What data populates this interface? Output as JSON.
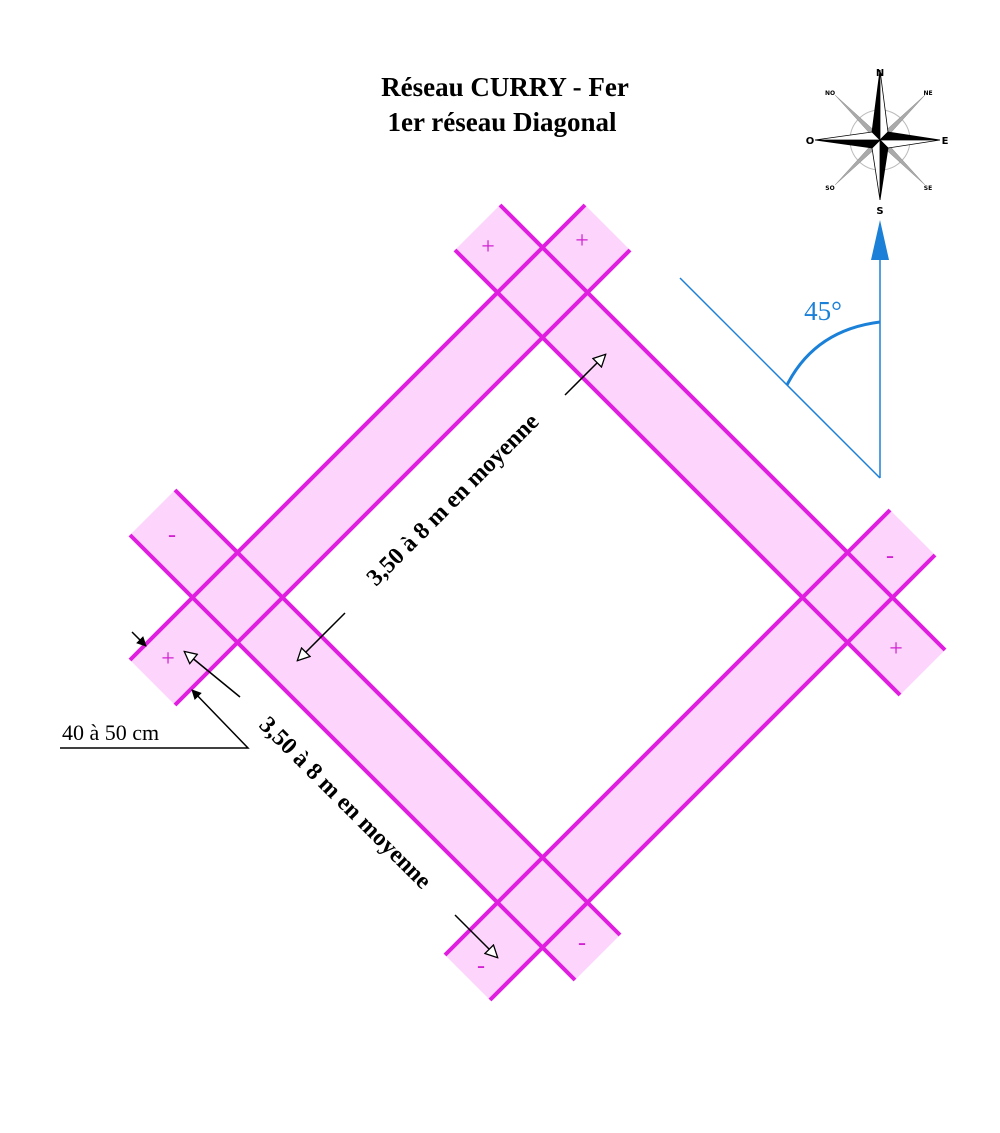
{
  "title": {
    "line1": "Réseau CURRY - Fer",
    "line2": "1er réseau Diagonal"
  },
  "compass": {
    "n": "N",
    "ne": "NE",
    "e": "E",
    "se": "SE",
    "s": "S",
    "so": "SO",
    "o": "O",
    "no": "NO"
  },
  "angle_label": "45°",
  "spacing_label_1": "3,50 à 8 m en moyenne",
  "spacing_label_2": "3,50 à 8 m en moyenne",
  "width_label": "40 à 50 cm",
  "signs": [
    "+",
    "+",
    "-",
    "+",
    "-",
    "+",
    "-",
    "-"
  ],
  "colors": {
    "band_fill": "#fcd4fc",
    "band_line": "#e01ee0",
    "angle": "#1a80d8"
  }
}
